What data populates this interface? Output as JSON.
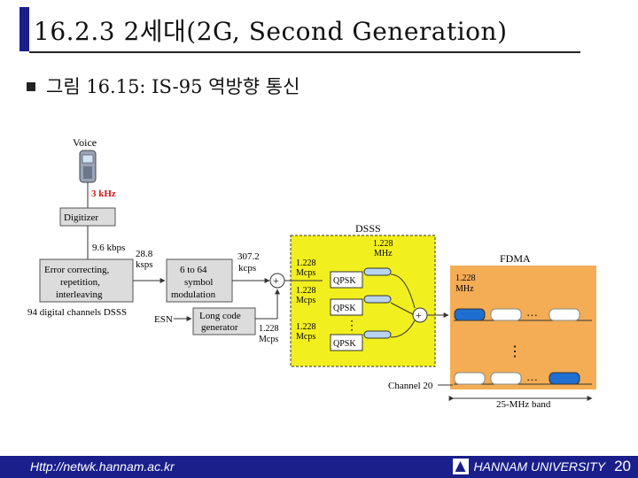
{
  "slide": {
    "title": "16.2.3 2세대(2G, Second Generation)",
    "bullet": "그림 16.15: IS-95 역방향 통신"
  },
  "diagram": {
    "voice": "Voice",
    "khz": "3 kHz",
    "digitizer": "Digitizer",
    "kbps96": "9.6 kbps",
    "ksps288a": "28.8",
    "ksps288b": "ksps",
    "error_box": [
      "Error correcting,",
      "repetition,",
      "interleaving"
    ],
    "symbol_box": [
      "6 to 64",
      "symbol",
      "modulation"
    ],
    "kcps3072a": "307.2",
    "kcps3072b": "kcps",
    "longcode": [
      "Long code",
      "generator"
    ],
    "esn": "ESN",
    "channels94": "94 digital channels DSSS",
    "mcps_a": "1.228",
    "mcps_b": "Mcps",
    "dsss": "DSSS",
    "mhz_a": "1.228",
    "mhz_b": "MHz",
    "qpsk": "QPSK",
    "fdma": "FDMA",
    "fdma_mhz_a": "1.228",
    "fdma_mhz_b": "MHz",
    "channel20": "Channel 20",
    "band25": "25-MHz band"
  },
  "footer": {
    "url": "Http://netwk.hannam.ac.kr",
    "univ": "HANNAM  UNIVERSITY",
    "page": "20"
  },
  "colors": {
    "title_accent": "#1a1f8c",
    "dsss_panel": "#f2ef1f",
    "fdma_panel": "#f4ad55",
    "channel_blue": "#1e6fd0",
    "box_gray": "#dcdcdc"
  }
}
